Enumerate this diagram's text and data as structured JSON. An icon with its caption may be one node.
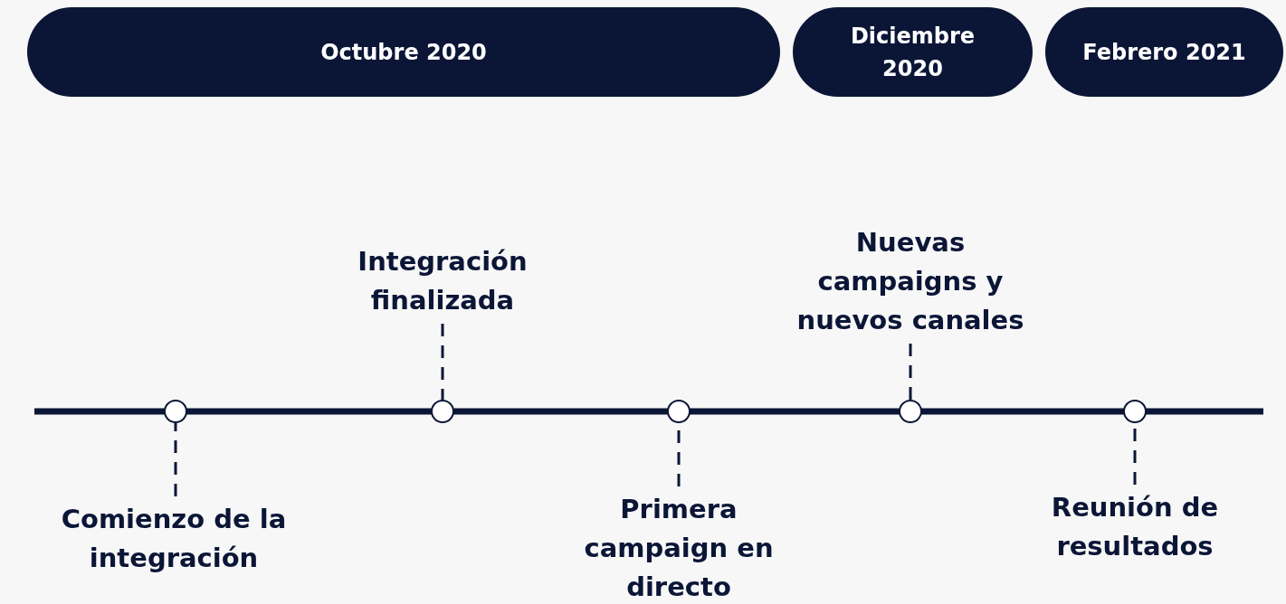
{
  "diagram": {
    "nodes": [
      {
        "text": [
          "Octubre 2020"
        ]
      },
      {
        "text": [
          "Diciembre 2020"
        ]
      },
      {
        "text": [
          "Febrero 2021"
        ]
      },
      {
        "text": [],
        "shape": "circle"
      },
      {
        "text": [],
        "shape": "circle"
      },
      {
        "text": [],
        "shape": "circle"
      },
      {
        "text": [],
        "shape": "circle"
      },
      {
        "text": [],
        "shape": "circle"
      },
      {
        "text": [
          "Comienzo de la integración"
        ]
      },
      {
        "text": [
          "Integración finalizada"
        ]
      },
      {
        "text": [
          "Primera campaign en directo"
        ]
      },
      {
        "text": [
          "Nuevas campaigns y nuevos canales"
        ]
      },
      {
        "text": [
          "Reunión de resultados"
        ]
      }
    ],
    "edges": [
      {
        "from": 8,
        "to": 3,
        "arrow": "none",
        "style": "dashed"
      },
      {
        "from": 9,
        "to": 4,
        "arrow": "none",
        "style": "dashed"
      },
      {
        "from": 10,
        "to": 5,
        "arrow": "none",
        "style": "dashed"
      },
      {
        "from": 11,
        "to": 6,
        "arrow": "none",
        "style": "dashed"
      },
      {
        "from": 12,
        "to": 7,
        "arrow": "none",
        "style": "dashed"
      }
    ]
  }
}
